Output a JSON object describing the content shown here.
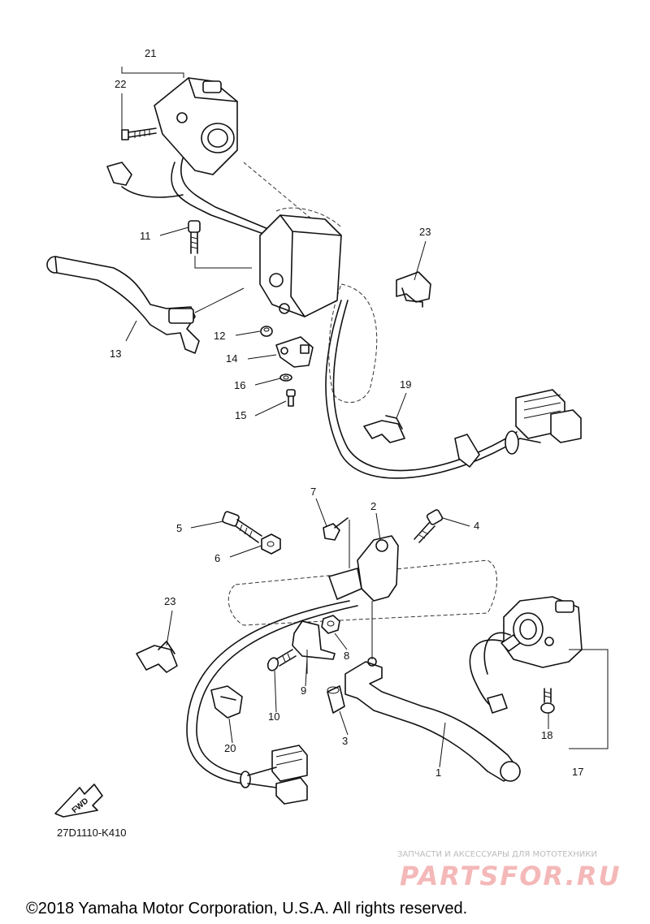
{
  "callouts": {
    "c1": "1",
    "c2": "2",
    "c3": "3",
    "c4": "4",
    "c5": "5",
    "c6": "6",
    "c7": "7",
    "c8": "8",
    "c9": "9",
    "c10": "10",
    "c11": "11",
    "c12": "12",
    "c13": "13",
    "c14": "14",
    "c15": "15",
    "c16": "16",
    "c17": "17",
    "c18": "18",
    "c19": "19",
    "c20": "20",
    "c21": "21",
    "c22": "22",
    "c23a": "23",
    "c23b": "23"
  },
  "diagram_code": "27D1110-K410",
  "fwd_label": "FWD",
  "watermark": {
    "subtitle": "ЗАПЧАСТИ И АКСЕССУАРЫ ДЛЯ МОТОТЕХНИКИ",
    "brand": "PARTSFOR.RU"
  },
  "copyright": "©2018 Yamaha Motor Corporation, U.S.A. All rights reserved."
}
